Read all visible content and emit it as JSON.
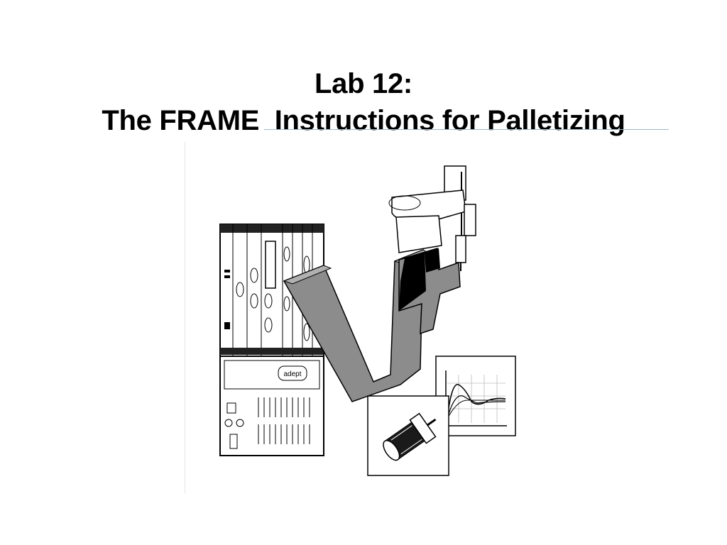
{
  "slide": {
    "title_line1": "Lab 12:",
    "title_line2": "The FRAME  Instructions for Palletizing"
  },
  "illustration": {
    "controller_logo": "adept",
    "robot_badge": "adept",
    "v_letter_color": "#8c8c8c",
    "accent_color": "#000000"
  }
}
